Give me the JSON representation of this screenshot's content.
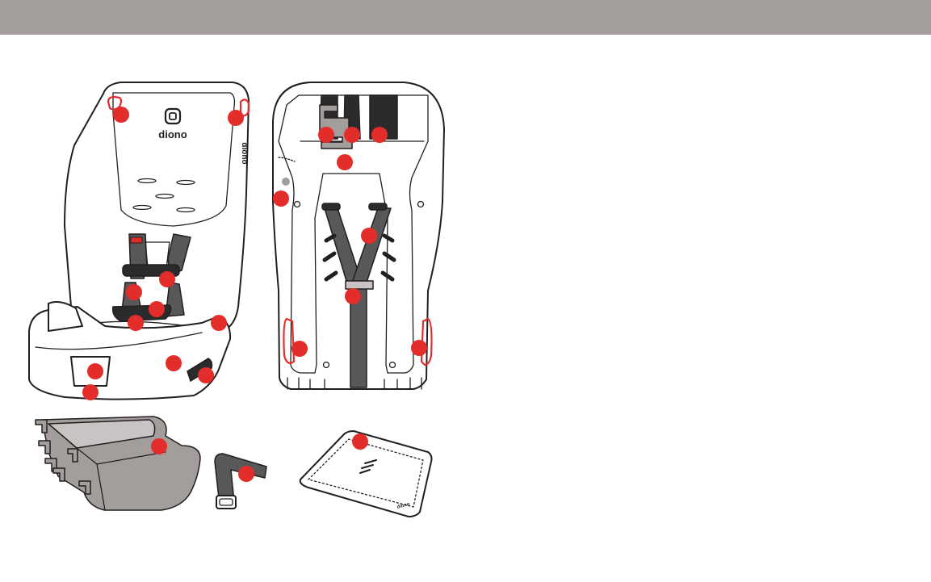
{
  "brand": {
    "logo_text": "diono",
    "side_text": "diono",
    "pad_text": "diono"
  },
  "colors": {
    "callout": "#e32d2b",
    "header_bar": "#a39d9c",
    "strap": "#58575a",
    "base": "#a39d9c"
  },
  "callouts": [
    {
      "id": 1,
      "view": "front"
    },
    {
      "id": 2,
      "view": "front"
    },
    {
      "id": 3,
      "view": "front"
    },
    {
      "id": 4,
      "view": "front"
    },
    {
      "id": 5,
      "view": "front"
    },
    {
      "id": 6,
      "view": "front"
    },
    {
      "id": 7,
      "view": "front"
    },
    {
      "id": 8,
      "view": "front"
    },
    {
      "id": 9,
      "view": "front"
    },
    {
      "id": 10,
      "view": "front"
    },
    {
      "id": 11,
      "view": "front"
    },
    {
      "id": 12,
      "view": "front"
    },
    {
      "id": 13,
      "view": "back"
    },
    {
      "id": 14,
      "view": "back"
    },
    {
      "id": 15,
      "view": "back"
    },
    {
      "id": 16,
      "view": "back"
    },
    {
      "id": 17,
      "view": "back"
    },
    {
      "id": 18,
      "view": "back"
    },
    {
      "id": 19,
      "view": "back"
    },
    {
      "id": 20,
      "view": "back"
    },
    {
      "id": 21,
      "view": "back"
    },
    {
      "id": 22,
      "view": "accessory"
    },
    {
      "id": 23,
      "view": "accessory"
    },
    {
      "id": 24,
      "view": "accessory"
    }
  ]
}
